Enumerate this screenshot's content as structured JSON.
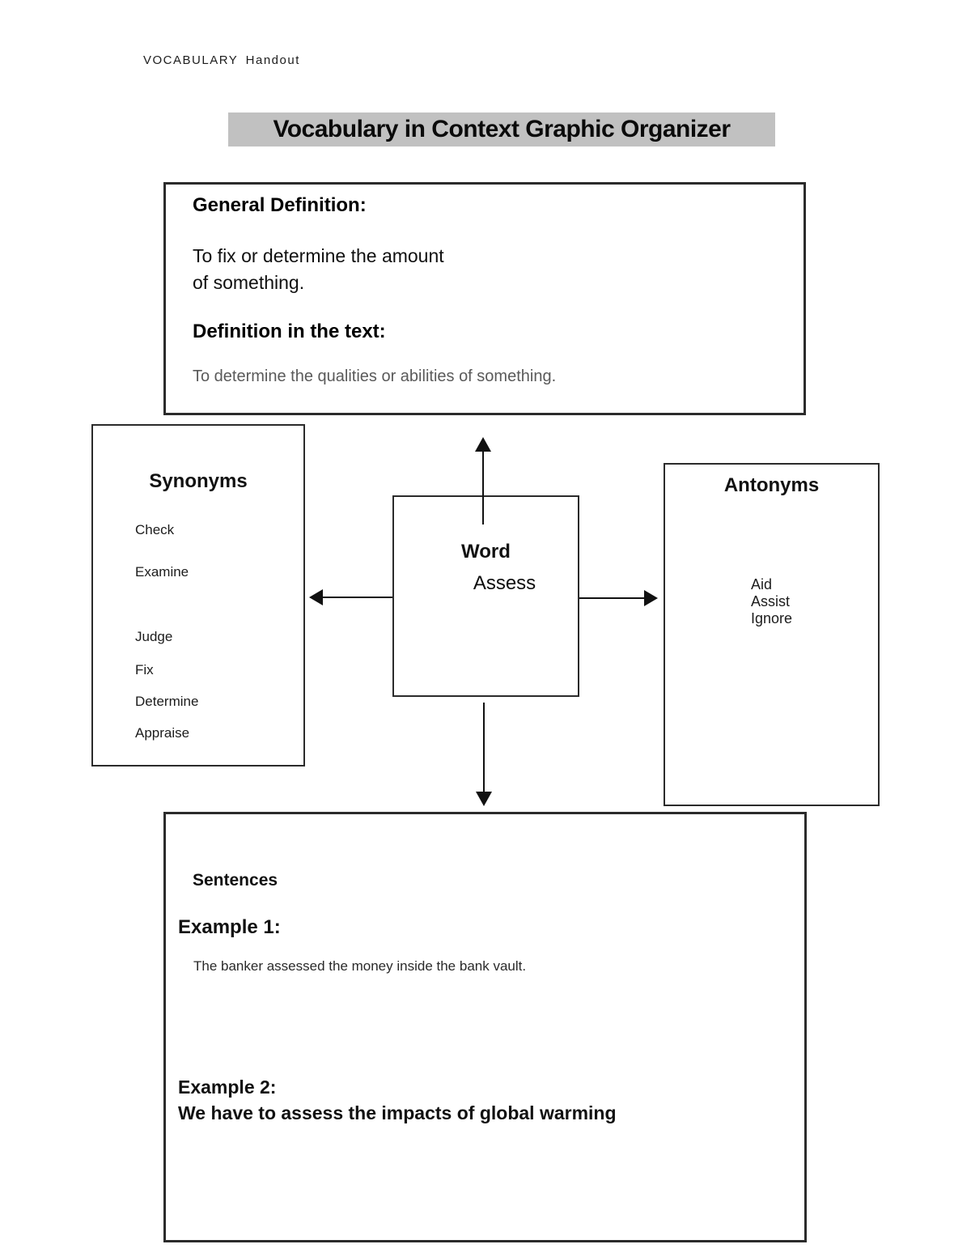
{
  "page": {
    "header_label": "VOCABULARY Handout",
    "title": "Vocabulary in Context Graphic Organizer",
    "title_highlight_color": "#c1c1c1",
    "border_color": "#2b2b2b"
  },
  "definition_box": {
    "general_label": "General Definition:",
    "general_text": "To fix or determine the amount\nof something.",
    "in_text_label": "Definition in the text:",
    "in_text_value": "To determine the qualities or abilities of something."
  },
  "synonyms_box": {
    "title": "Synonyms",
    "items": [
      "Check",
      "Examine",
      "Judge",
      "Fix",
      "Determine",
      "Appraise"
    ]
  },
  "word_box": {
    "label": "Word",
    "word": "Assess"
  },
  "antonyms_box": {
    "title": "Antonyms",
    "items": [
      "Aid",
      "Assist",
      "Ignore"
    ]
  },
  "sentences_box": {
    "title": "Sentences",
    "example1_label": "Example 1:",
    "example1_text": "The banker assessed the money inside the bank vault.",
    "example2_label": "Example 2:",
    "example2_text": "We have to assess the impacts of global warming"
  },
  "icons": {
    "up_arrow": "▲",
    "down_arrow": "▼",
    "left_arrow": "◀",
    "right_arrow": "▶"
  }
}
